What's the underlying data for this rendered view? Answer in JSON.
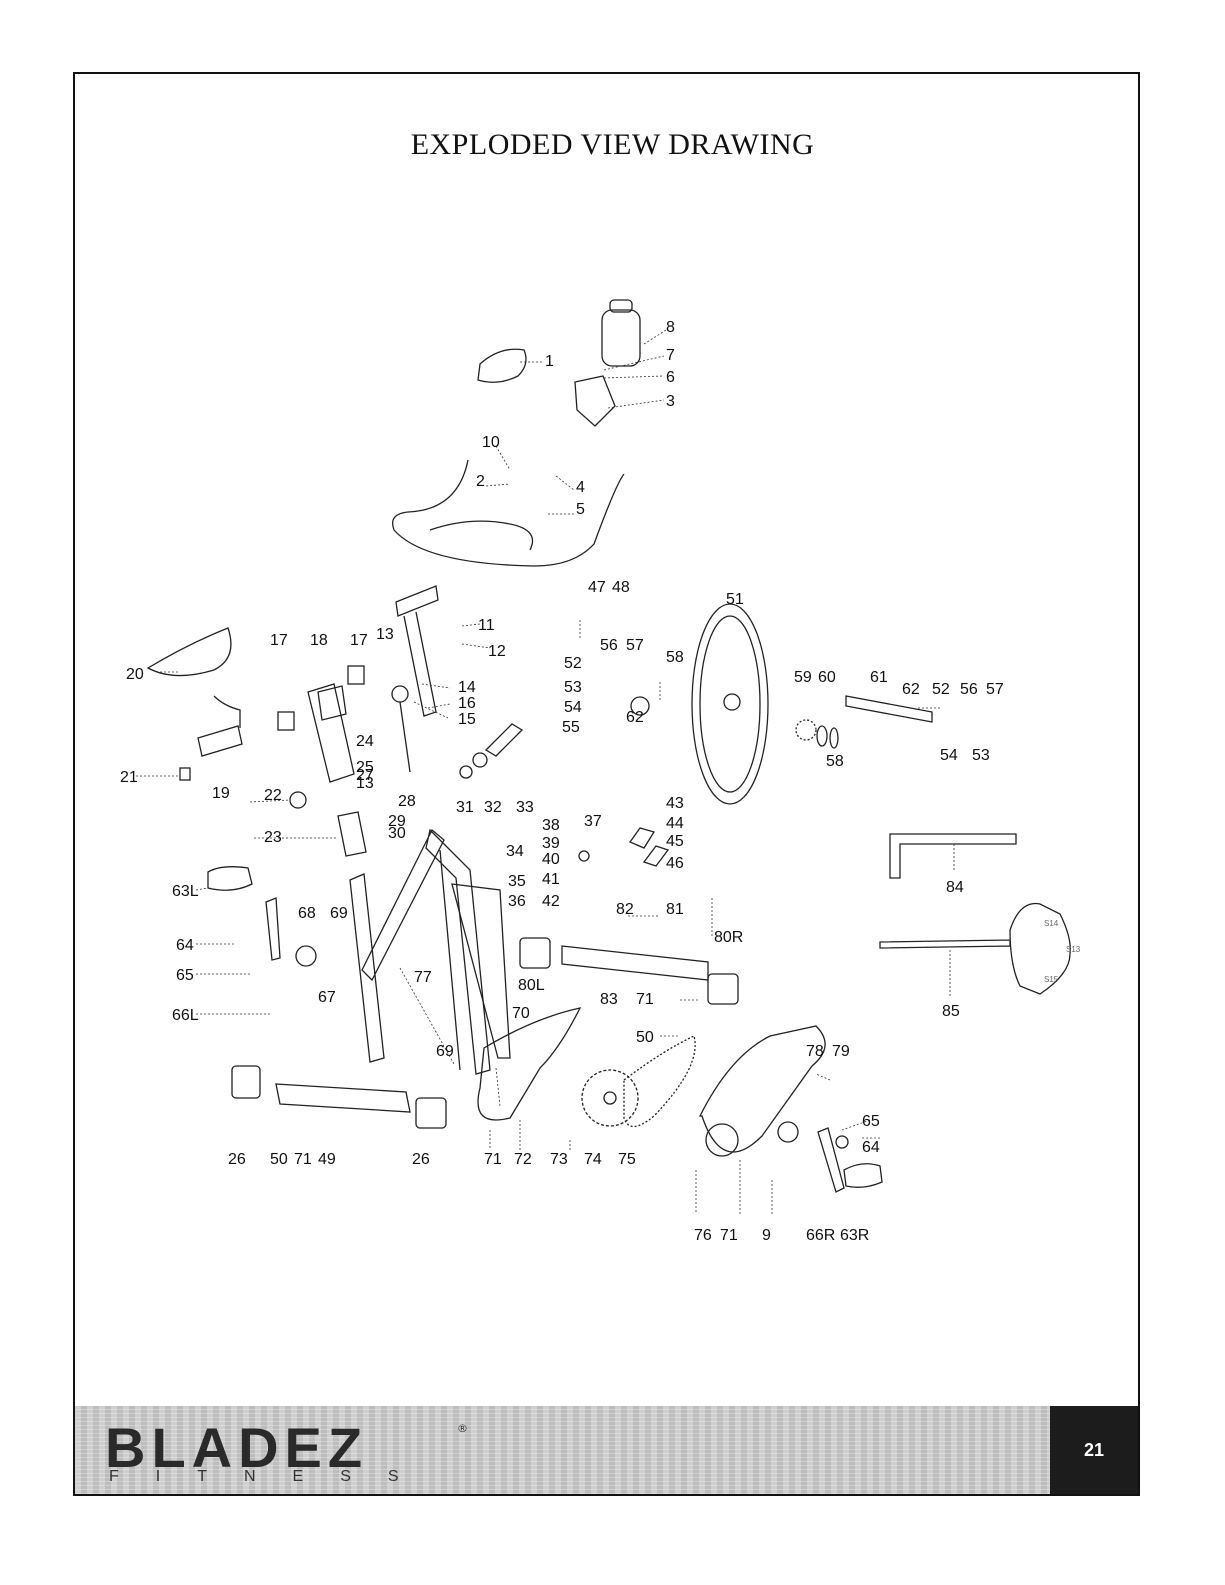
{
  "page": {
    "title": "EXPLODED VIEW DRAWING",
    "page_number": "21"
  },
  "brand": {
    "name": "BLADEZ",
    "registered": "®",
    "subtitle": "FITNESS"
  },
  "parts": {
    "p1": "1",
    "p2": "2",
    "p3": "3",
    "p4": "4",
    "p5": "5",
    "p6": "6",
    "p7": "7",
    "p8": "8",
    "p9": "9",
    "p10": "10",
    "p11": "11",
    "p12": "12",
    "p13a": "13",
    "p13b": "13",
    "p14": "14",
    "p15": "15",
    "p16": "16",
    "p17a": "17",
    "p17b": "17",
    "p18": "18",
    "p19": "19",
    "p20": "20",
    "p21": "21",
    "p22": "22",
    "p23": "23",
    "p24": "24",
    "p25": "25",
    "p26a": "26",
    "p26b": "26",
    "p27": "27",
    "p28": "28",
    "p29": "29",
    "p30": "30",
    "p31": "31",
    "p32": "32",
    "p33": "33",
    "p34": "34",
    "p35": "35",
    "p36": "36",
    "p37": "37",
    "p38": "38",
    "p39": "39",
    "p40": "40",
    "p41": "41",
    "p42": "42",
    "p43": "43",
    "p44": "44",
    "p45": "45",
    "p46": "46",
    "p47": "47",
    "p48": "48",
    "p49": "49",
    "p50a": "50",
    "p50b": "50",
    "p51": "51",
    "p52a": "52",
    "p52b": "52",
    "p53a": "53",
    "p53b": "53",
    "p54a": "54",
    "p54b": "54",
    "p55": "55",
    "p56a": "56",
    "p56b": "56",
    "p57a": "57",
    "p57b": "57",
    "p58a": "58",
    "p58b": "58",
    "p59": "59",
    "p60": "60",
    "p61": "61",
    "p62a": "62",
    "p62b": "62",
    "p63L": "63L",
    "p63R": "63R",
    "p64a": "64",
    "p64b": "64",
    "p65a": "65",
    "p65b": "65",
    "p66L": "66L",
    "p66R": "66R",
    "p67": "67",
    "p68": "68",
    "p69a": "69",
    "p69b": "69",
    "p70": "70",
    "p71a": "71",
    "p71b": "71",
    "p71c": "71",
    "p71d": "71",
    "p72": "72",
    "p73": "73",
    "p74": "74",
    "p75": "75",
    "p76": "76",
    "p77": "77",
    "p78": "78",
    "p79": "79",
    "p80L": "80L",
    "p80R": "80R",
    "p81": "81",
    "p82": "82",
    "p83": "83",
    "p84": "84",
    "p85": "85"
  },
  "tool": {
    "s13": "S13",
    "s14": "S14",
    "s15": "S15"
  }
}
